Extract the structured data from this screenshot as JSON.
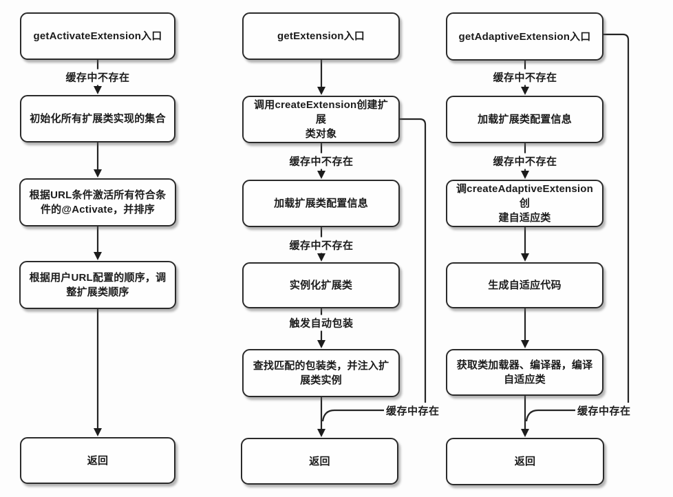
{
  "flowchart": {
    "col1": {
      "node1": "getActivateExtension入口",
      "edge1_label": "缓存中不存在",
      "node2": "初始化所有扩展类实现的集合",
      "node3": "根据URL条件激活所有符合条\n件的@Activate，并排序",
      "node4": "根据用户URL配置的顺序，调\n整扩展类顺序",
      "node5": "返回"
    },
    "col2": {
      "node1": "getExtension入口",
      "node2": "调用createExtension创建扩展\n类对象",
      "edge2_label": "缓存中不存在",
      "node3": "加载扩展类配置信息",
      "edge3_label": "缓存中不存在",
      "node4": "实例化扩展类",
      "edge4_label": "触发自动包装",
      "node5": "查找匹配的包装类，并注入扩\n展类实例",
      "branch_label": "缓存中存在",
      "node6": "返回"
    },
    "col3": {
      "node1": "getAdaptiveExtension入口",
      "edge1_label": "缓存中不存在",
      "node2": "加载扩展类配置信息",
      "edge2_label": "缓存中不存在",
      "node3": "调createAdaptiveExtension创\n建自适应类",
      "node4": "生成自适应代码",
      "node5": "获取类加载器、编译器，编译\n自适应类",
      "branch_label": "缓存中存在",
      "node6": "返回"
    }
  },
  "colors": {
    "background": "#fdfdfd",
    "box_fill": "#fefefe",
    "box_border": "#2a2a2a",
    "line": "#242424",
    "text": "#1b1b1b"
  }
}
